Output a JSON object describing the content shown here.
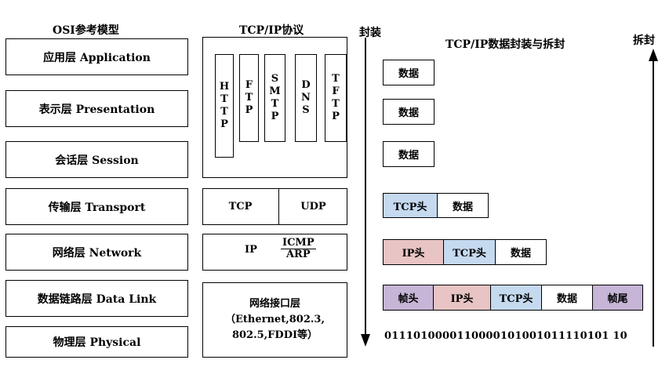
{
  "headers": {
    "osi_title": "OSI参考模型",
    "tcpip_title": "TCP/IP协议",
    "encap_label": "封装",
    "encap_title": "TCP/IP数据封装与拆封",
    "decap_label": "拆封"
  },
  "osi_layers": [
    "应用层 Application",
    "表示层 Presentation",
    "会话层 Session",
    "传输层 Transport",
    "网络层 Network",
    "数据链路层 Data Link",
    "物理层 Physical"
  ],
  "app_protocols": [
    [
      "H",
      "T",
      "T",
      "P"
    ],
    [
      "F",
      "T",
      "P"
    ],
    [
      "S",
      "M",
      "T",
      "P"
    ],
    [
      "D",
      "N",
      "S"
    ],
    [
      "T",
      "F",
      "T",
      "P"
    ]
  ],
  "transport": {
    "tcp": "TCP",
    "udp": "UDP"
  },
  "network": {
    "ip": "IP",
    "icmp": "ICMP",
    "arp": "ARP"
  },
  "netif": {
    "line1": "网络接口层",
    "line2": "（Ethernet,802.3,",
    "line3": "802.5,FDDI等）"
  },
  "encap": {
    "data": "数据",
    "tcp_header": "TCP头",
    "ip_header": "IP头",
    "frame_header": "帧头",
    "frame_trailer": "帧尾",
    "bits": "0111010000110000101001011110101 10"
  },
  "colors": {
    "tcp_header": "#c5d9ef",
    "ip_header": "#e8c4c4",
    "frame": "#c6b5d6"
  }
}
